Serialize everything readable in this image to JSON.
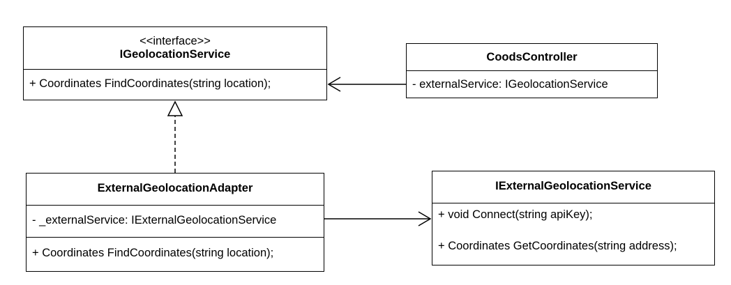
{
  "classes": {
    "igeolocation_service": {
      "stereotype": "<<interface>>",
      "name": "IGeolocationService",
      "methods": [
        "+ Coordinates FindCoordinates(string location);"
      ]
    },
    "coods_controller": {
      "name": "CoodsController",
      "attributes": [
        "- externalService: IGeolocationService"
      ]
    },
    "external_geolocation_adapter": {
      "name": "ExternalGeolocationAdapter",
      "attributes": [
        "- _externalService: IExternalGeolocationService"
      ],
      "methods": [
        "+ Coordinates FindCoordinates(string location);"
      ]
    },
    "iexternal_geolocation_service": {
      "name": "IExternalGeolocationService",
      "methods": [
        "+ void Connect(string apiKey);",
        "+ Coordinates GetCoordinates(string address);"
      ]
    }
  }
}
